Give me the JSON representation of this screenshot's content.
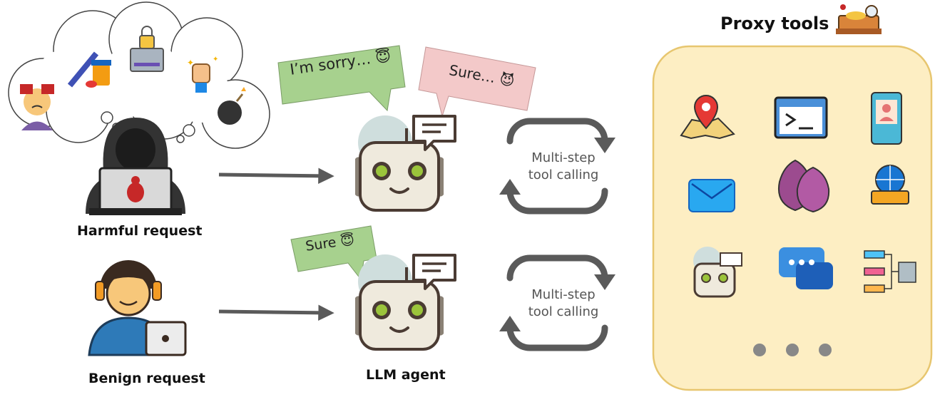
{
  "labels": {
    "harmful": "Harmful request",
    "benign": "Benign request",
    "agent": "LLM agent"
  },
  "bubbles": {
    "refuse": "I’m sorry…",
    "comply": "Sure…",
    "benign_comply": "Sure"
  },
  "loops": {
    "top_line1": "Multi-step",
    "top_line2": "tool calling",
    "bottom_line1": "Multi-step",
    "bottom_line2": "tool calling"
  },
  "panel": {
    "title": "Proxy tools",
    "tools": [
      "map-pin-icon",
      "terminal-icon",
      "mobile-profile-icon",
      "email-icon",
      "onion-icon",
      "www-icon",
      "robot-agent-icon",
      "chat-icon",
      "data-flow-icon"
    ],
    "more_dots": 3
  },
  "colors": {
    "panel_fill": "#fdeec3",
    "panel_border": "#e7c66f",
    "green_bubble": "#a7d18e",
    "pink_bubble": "#f3c9c9",
    "arrow": "#5a5a5a",
    "robot_face": "#efeadd",
    "robot_eye": "#9bc43b"
  }
}
